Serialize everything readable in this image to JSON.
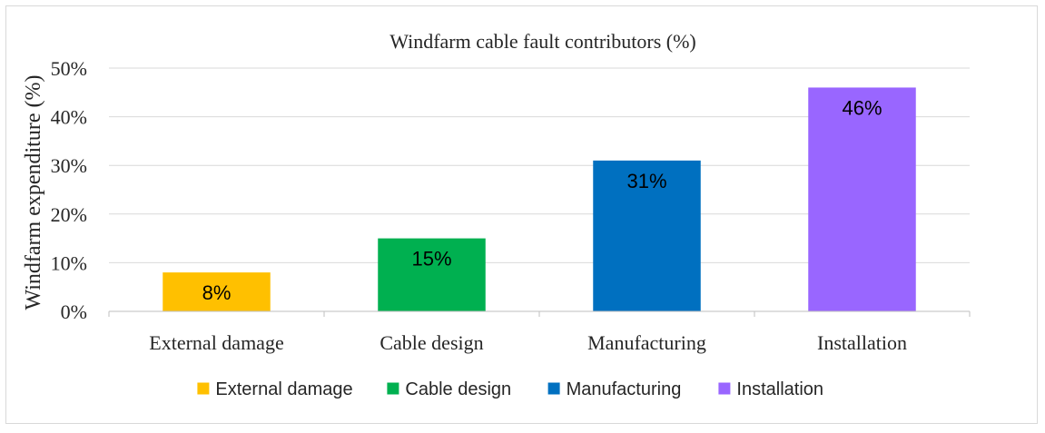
{
  "chart_data": {
    "type": "bar",
    "title": "Windfarm cable fault contributors (%)",
    "xlabel": "",
    "ylabel": "Windfarm expenditure (%)",
    "categories": [
      "External damage",
      "Cable design",
      "Manufacturing",
      "Installation"
    ],
    "values": [
      8,
      15,
      31,
      46
    ],
    "data_labels": [
      "8%",
      "15%",
      "31%",
      "46%"
    ],
    "colors": [
      "#FFC000",
      "#00B050",
      "#0070C0",
      "#9966FF"
    ],
    "ylim": [
      0,
      50
    ],
    "yticks": [
      0,
      10,
      20,
      30,
      40,
      50
    ],
    "ytick_labels": [
      "0%",
      "10%",
      "20%",
      "30%",
      "40%",
      "50%"
    ],
    "grid": true,
    "legend": {
      "placement": "bottom",
      "entries": [
        "External damage",
        "Cable design",
        "Manufacturing",
        "Installation"
      ]
    }
  }
}
